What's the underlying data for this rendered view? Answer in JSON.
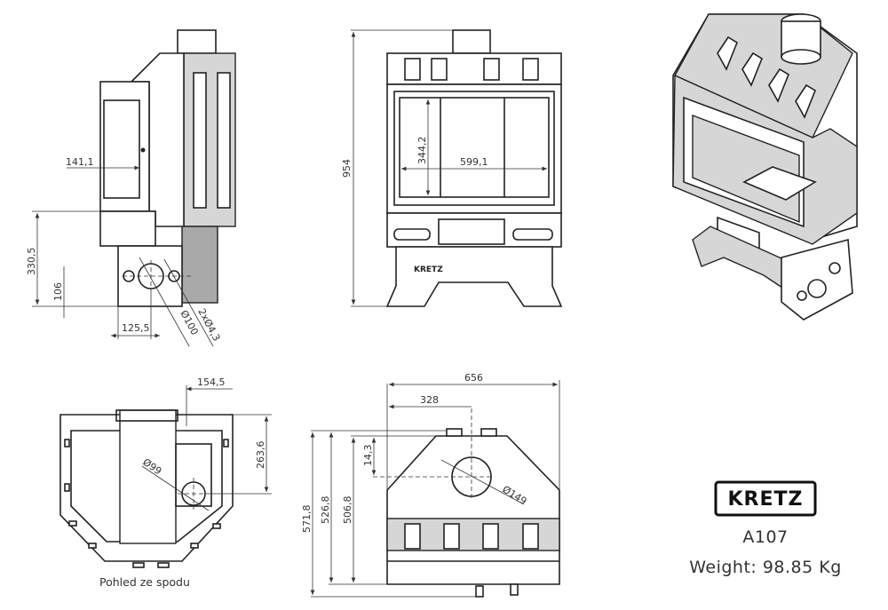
{
  "drawing": {
    "side_view": {
      "dims": {
        "door_depth": "141,1",
        "base_height": "330,5",
        "inlet_height": "106",
        "inlet_offset": "125,5",
        "inlet_diameter": "Ø100",
        "holes": "2xØ4,3"
      }
    },
    "front_view": {
      "dims": {
        "total_height": "954",
        "glass_height": "344,2",
        "glass_width": "599,1"
      },
      "logo_text": "KRETZ"
    },
    "bottom_view": {
      "caption": "Pohled ze spodu",
      "dims": {
        "offset": "154,5",
        "depth": "263,6",
        "inlet_diameter": "Ø99"
      }
    },
    "top_view": {
      "dims": {
        "width": "656",
        "half_width": "328",
        "flue_offset": "14,3",
        "flue_diameter": "Ø149",
        "depth_total": "571,8",
        "depth_mid": "526,8",
        "depth_body": "506,8"
      }
    }
  },
  "info": {
    "brand": "KRETZ",
    "model": "A107",
    "weight": "Weight: 98.85 Kg"
  }
}
